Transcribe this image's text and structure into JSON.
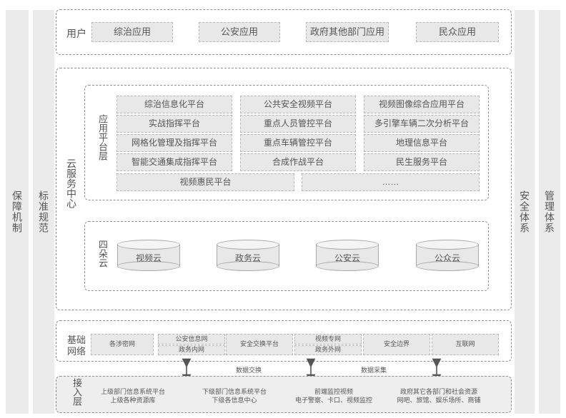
{
  "sides": {
    "left1": "保障机制",
    "left2": "标准规范",
    "right1": "安全体系",
    "right2": "管理体系"
  },
  "users": {
    "label": "用户",
    "items": [
      "综治应用",
      "公安应用",
      "政府其他部门应用",
      "民众应用"
    ]
  },
  "cloud": {
    "label": "云服务中心",
    "app_layer": {
      "label": "应用平台层",
      "rows": [
        [
          "综治信息化平台",
          "公共安全视频平台",
          "视频图像综合应用平台"
        ],
        [
          "实战指挥平台",
          "重点人员管控平台",
          "多引擎车辆二次分析平台"
        ],
        [
          "网格化管理及指挥平台",
          "重点车辆管控平台",
          "地理信息平台"
        ],
        [
          "智能交通集成指挥平台",
          "合成作战平台",
          "民生服务平台"
        ]
      ],
      "last_row": [
        "视频惠民平台",
        "……"
      ]
    },
    "four_clouds": {
      "label": "四朵云",
      "items": [
        "视频云",
        "政务云",
        "公安云",
        "公众云"
      ]
    }
  },
  "network": {
    "label": "基础网络",
    "items": {
      "a": "各涉密网",
      "b_top": "公安信息网",
      "b_bottom": "政务内网",
      "c": "安全交换平台",
      "d_top": "视频专网",
      "d_bottom": "政务外网",
      "e": "安全边界",
      "f": "互联网"
    },
    "annotations": [
      "数据交换",
      "数据采集"
    ]
  },
  "access": {
    "label": "接入层",
    "items": [
      [
        "上级部门信息系统平台",
        "上级各种资源库"
      ],
      [
        "下级部门信息系统平台",
        "下级各信息中心"
      ],
      [
        "前端监控视频",
        "电子警察、卡口、视频监控"
      ],
      [
        "政府其它各部门和社会资源",
        "网吧、旅馆、娱乐场所、商铺"
      ]
    ]
  }
}
